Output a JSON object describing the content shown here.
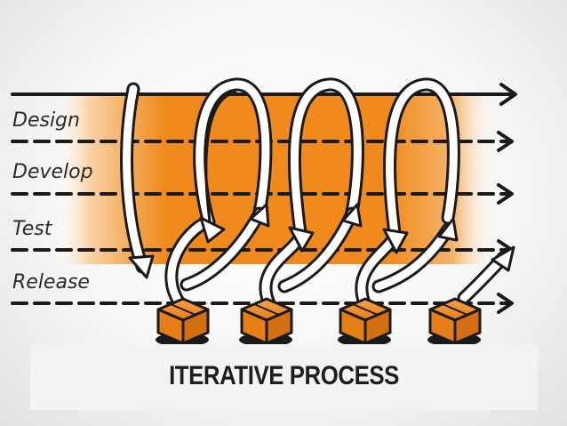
{
  "diagram": {
    "rows": [
      {
        "label": "Design"
      },
      {
        "label": "Develop"
      },
      {
        "label": "Test"
      },
      {
        "label": "Release"
      }
    ],
    "colors": {
      "orange": "#f08a1c",
      "orange_light": "#f7c385",
      "ink": "#1a1a1a",
      "arrow_fill": "#ffffff"
    },
    "icons": [
      "box-icon",
      "box-icon",
      "box-icon",
      "box-icon"
    ]
  },
  "caption": {
    "title": "ITERATIVE PROCESS"
  }
}
